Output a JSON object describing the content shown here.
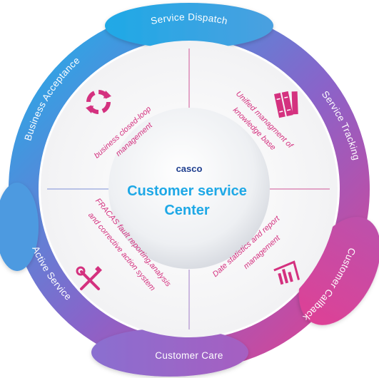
{
  "center": {
    "brand": "casco",
    "title_line1": "Customer service",
    "title_line2": "Center"
  },
  "ring": [
    {
      "label": "Service Dispatch"
    },
    {
      "label": "Service Tracking"
    },
    {
      "label": "Customer Callback"
    },
    {
      "label": "Customer Care"
    },
    {
      "label": "Active Service"
    },
    {
      "label": "Business Acceptance"
    }
  ],
  "quadrants": {
    "top_left": {
      "line1": "business closed-loop",
      "line2": "management",
      "icon": "cycle-arrows-icon"
    },
    "top_right": {
      "line1": "Unified managment of",
      "line2": "knowledge base",
      "icon": "books-icon"
    },
    "bottom_left": {
      "line1": "FRACAS fault reporting,analysis",
      "line2": "and corrective action system",
      "icon": "tools-icon"
    },
    "bottom_right": {
      "line1": "Date statistics and report",
      "line2": "management",
      "icon": "report-chart-icon"
    }
  },
  "colors": {
    "blue": "#22a9e4",
    "purple": "#8a63c9",
    "pink": "#d83f92",
    "accent": "#d4317f",
    "brand": "#1f3f8f",
    "title": "#1ea8e6"
  }
}
